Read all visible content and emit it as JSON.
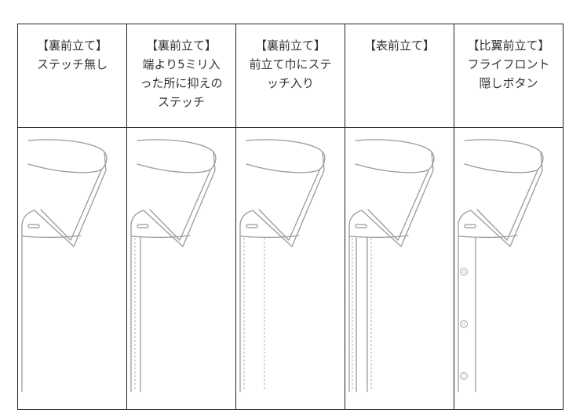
{
  "columns": [
    {
      "title": "【裏前立て】",
      "description": [
        "ステッチ無し"
      ],
      "variant": "no-stitch"
    },
    {
      "title": "【裏前立て】",
      "description": [
        "端より5ミリ入",
        "った所に抑えの",
        "ステッチ"
      ],
      "variant": "edge-stitch"
    },
    {
      "title": "【裏前立て】",
      "description": [
        "前立て巾にステ",
        "ッチ入り"
      ],
      "variant": "placket-width-stitch"
    },
    {
      "title": "【表前立て】",
      "description": [],
      "variant": "front-placket"
    },
    {
      "title": "【比翼前立て】",
      "description": [
        "フライフロント",
        "隠しボタン"
      ],
      "variant": "fly-front"
    }
  ],
  "colors": {
    "border": "#222222",
    "text": "#333333",
    "drawing": "#9a9a9a"
  }
}
